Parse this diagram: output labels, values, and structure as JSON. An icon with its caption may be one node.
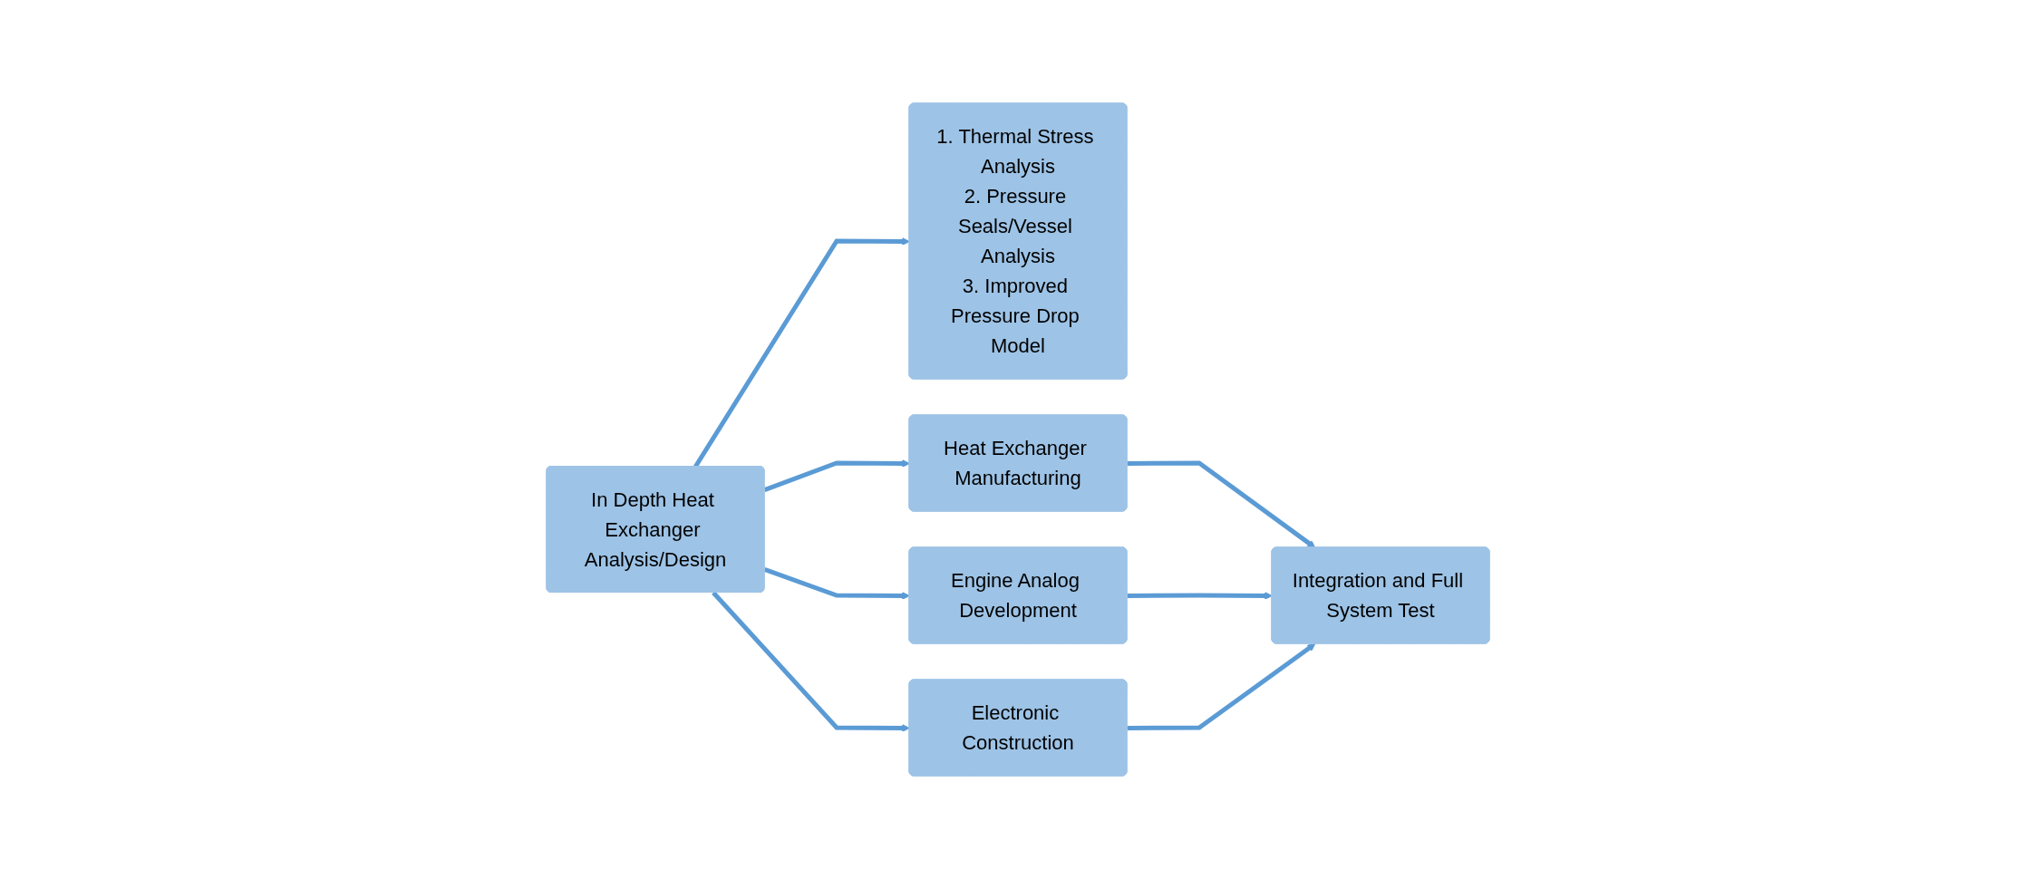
{
  "diagram": {
    "nodes": [
      {
        "text": [
          "In Depth Heat Exchanger Analysis/Design"
        ]
      },
      {
        "text": [
          "1. Thermal Stress Analysis",
          "2. Pressure Seals/Vessel Analysis",
          "3. Improved Pressure Drop Model"
        ]
      },
      {
        "text": [
          "Heat Exchanger Manufacturing"
        ]
      },
      {
        "text": [
          "Engine Analog Development"
        ]
      },
      {
        "text": [
          "Electronic Construction"
        ]
      },
      {
        "text": [
          "Integration and Full System Test"
        ]
      }
    ],
    "edges": [
      {
        "from": 0,
        "to": 1,
        "arrow": "to"
      },
      {
        "from": 0,
        "to": 2,
        "arrow": "to"
      },
      {
        "from": 0,
        "to": 3,
        "arrow": "to"
      },
      {
        "from": 0,
        "to": 4,
        "arrow": "to"
      },
      {
        "from": 2,
        "to": 5,
        "arrow": "to"
      },
      {
        "from": 3,
        "to": 5,
        "arrow": "to"
      },
      {
        "from": 4,
        "to": 5,
        "arrow": "to"
      }
    ]
  }
}
